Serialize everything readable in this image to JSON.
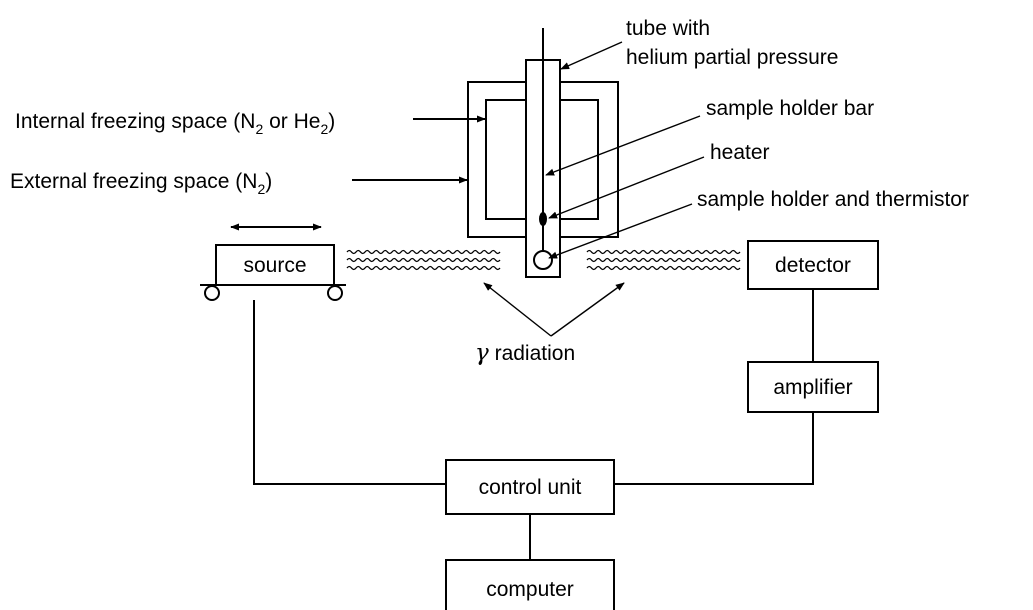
{
  "labels": {
    "tube_line1": "tube  with",
    "tube_line2": "helium partial pressure",
    "internal_main": "Internal freezing space (N",
    "internal_sub1": "2",
    "internal_mid": " or He",
    "internal_sub2": "2",
    "internal_end": ")",
    "external_main": "External freezing space (N",
    "external_sub": "2",
    "external_end": ")",
    "sample_holder_bar": "sample holder bar",
    "heater": "heater",
    "sample_holder_thermistor": "sample holder and thermistor",
    "gamma_symbol": "γ",
    "gamma_text": " radiation"
  },
  "blocks": {
    "source": "source",
    "detector": "detector",
    "amplifier": "amplifier",
    "control_unit": "control unit",
    "computer": "computer"
  }
}
